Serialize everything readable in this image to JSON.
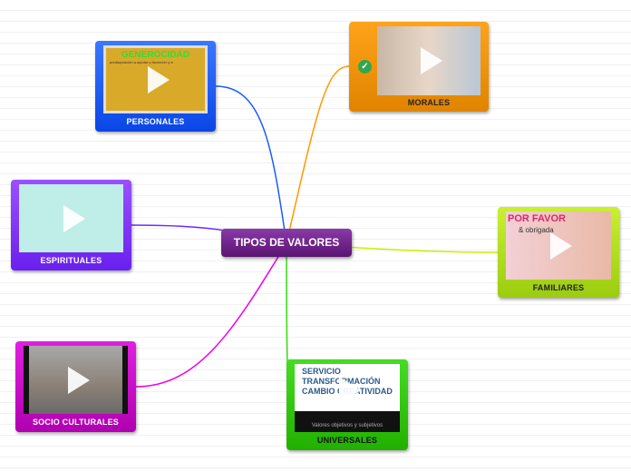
{
  "center": {
    "label": "TIPOS DE VALORES"
  },
  "nodes": {
    "personales": {
      "label": "PERSONALES",
      "thumb_title": "GENEROCIDAD",
      "thumb_sub": "predisposición a ayudar y favorecer y a",
      "color": "#1a5cff"
    },
    "morales": {
      "label": "MORALES",
      "color": "#ff9900",
      "checked": true
    },
    "espirituales": {
      "label": "ESPIRITUALES",
      "color": "#8a3cff"
    },
    "familiares": {
      "label": "FAMILIARES",
      "thumb_title": "POR FAVOR",
      "thumb_sub": "& obrigada",
      "color": "#b3e619"
    },
    "socio": {
      "label": "SOCIO CULTURALES",
      "color": "#cc00cc"
    },
    "universales": {
      "label": "UNIVERSALES",
      "thumb_words": "SERVICIO TRANSFORMACIÓN CAMBIO CREATIVIDAD",
      "thumb_caption": "Valores objetivos y subjetivos",
      "color": "#33cc11"
    }
  },
  "icons": {
    "check": "check-circle-icon",
    "play": "play-icon"
  }
}
